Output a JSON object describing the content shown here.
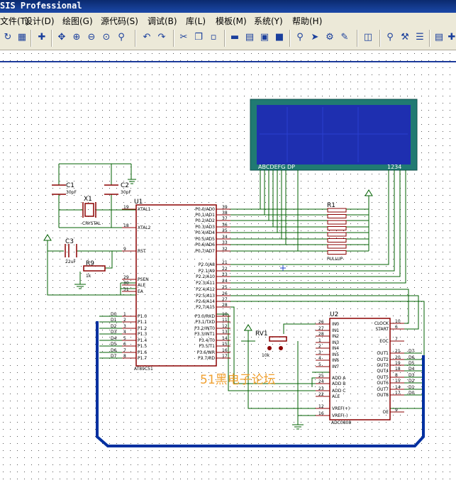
{
  "window": {
    "title": "SIS Professional"
  },
  "menu": [
    "文件(T)",
    "设计(D)",
    "绘图(G)",
    "源代码(S)",
    "调试(B)",
    "库(L)",
    "模板(M)",
    "系统(Y)",
    "帮助(H)"
  ],
  "toolbar_icons": [
    "refresh-icon",
    "grid-icon",
    "origin-icon",
    "pan-icon",
    "zoom-in-icon",
    "zoom-out-icon",
    "zoom-all-icon",
    "zoom-area-icon",
    "undo-icon",
    "redo-icon",
    "cut-icon",
    "copy-icon",
    "paste-icon",
    "block-copy-icon",
    "block-move-icon",
    "block-rotate-icon",
    "block-delete-icon",
    "pick-device-icon",
    "make-device-icon",
    "packaging-icon",
    "decompose-icon",
    "wire-autoroute-icon",
    "search-tag-icon",
    "property-assign-icon",
    "design-explorer-icon",
    "new-sheet-icon",
    "add-icon"
  ],
  "schematic": {
    "chip_u1": {
      "ref": "U1",
      "part": "AT89C51",
      "left_pins": [
        {
          "num": "19",
          "name": "XTAL1"
        },
        {
          "num": "18",
          "name": "XTAL2"
        },
        {
          "num": "9",
          "name": "RST"
        },
        {
          "num": "29",
          "name": "PSEN"
        },
        {
          "num": "30",
          "name": "ALE"
        },
        {
          "num": "31",
          "name": "EA"
        },
        {
          "num": "1",
          "name": "P1.0"
        },
        {
          "num": "2",
          "name": "P1.1"
        },
        {
          "num": "3",
          "name": "P1.2"
        },
        {
          "num": "4",
          "name": "P1.3"
        },
        {
          "num": "5",
          "name": "P1.4"
        },
        {
          "num": "6",
          "name": "P1.5"
        },
        {
          "num": "7",
          "name": "P1.6"
        },
        {
          "num": "8",
          "name": "P1.7"
        }
      ],
      "right_pins": [
        {
          "num": "39",
          "name": "P0.0/AD0"
        },
        {
          "num": "38",
          "name": "P0.1/AD1"
        },
        {
          "num": "37",
          "name": "P0.2/AD2"
        },
        {
          "num": "36",
          "name": "P0.3/AD3"
        },
        {
          "num": "35",
          "name": "P0.4/AD4"
        },
        {
          "num": "34",
          "name": "P0.5/AD5"
        },
        {
          "num": "33",
          "name": "P0.6/AD6"
        },
        {
          "num": "32",
          "name": "P0.7/AD7"
        },
        {
          "num": "21",
          "name": "P2.0/A8"
        },
        {
          "num": "22",
          "name": "P2.1/A9"
        },
        {
          "num": "23",
          "name": "P2.2/A10"
        },
        {
          "num": "24",
          "name": "P2.3/A11"
        },
        {
          "num": "25",
          "name": "P2.4/A12"
        },
        {
          "num": "26",
          "name": "P2.5/A13"
        },
        {
          "num": "27",
          "name": "P2.6/A14"
        },
        {
          "num": "28",
          "name": "P2.7/A15"
        },
        {
          "num": "10",
          "name": "P3.0/RXD"
        },
        {
          "num": "11",
          "name": "P3.1/TXD"
        },
        {
          "num": "12",
          "name": "P3.2/INT0"
        },
        {
          "num": "13",
          "name": "P3.3/INT1"
        },
        {
          "num": "14",
          "name": "P3.4/T0"
        },
        {
          "num": "15",
          "name": "P3.5/T1"
        },
        {
          "num": "16",
          "name": "P3.6/WR"
        },
        {
          "num": "17",
          "name": "P3.7/RD"
        }
      ],
      "bus_labels": [
        "D0",
        "D1",
        "D2",
        "D3",
        "D4",
        "D5",
        "D6",
        "D7"
      ]
    },
    "chip_u2": {
      "ref": "U2",
      "part": "ADC0808",
      "left_pins": [
        {
          "num": "26",
          "name": "IN0"
        },
        {
          "num": "27",
          "name": "IN1"
        },
        {
          "num": "28",
          "name": "IN2"
        },
        {
          "num": "1",
          "name": "IN3"
        },
        {
          "num": "2",
          "name": "IN4"
        },
        {
          "num": "3",
          "name": "IN5"
        },
        {
          "num": "4",
          "name": "IN6"
        },
        {
          "num": "5",
          "name": "IN7"
        },
        {
          "num": "25",
          "name": "ADD A"
        },
        {
          "num": "24",
          "name": "ADD B"
        },
        {
          "num": "23",
          "name": "ADD C"
        },
        {
          "num": "22",
          "name": "ALE"
        },
        {
          "num": "12",
          "name": "VREF(+)"
        },
        {
          "num": "16",
          "name": "VREF(-)"
        }
      ],
      "right_pins": [
        {
          "num": "10",
          "name": "CLOCK"
        },
        {
          "num": "6",
          "name": "START"
        },
        {
          "num": "7",
          "name": "EOC"
        },
        {
          "num": "21",
          "name": "OUT1"
        },
        {
          "num": "20",
          "name": "OUT2"
        },
        {
          "num": "19",
          "name": "OUT3"
        },
        {
          "num": "18",
          "name": "OUT4"
        },
        {
          "num": "8",
          "name": "OUT5"
        },
        {
          "num": "15",
          "name": "OUT6"
        },
        {
          "num": "14",
          "name": "OUT7"
        },
        {
          "num": "17",
          "name": "OUT8"
        },
        {
          "num": "9",
          "name": "OE"
        }
      ],
      "bus_labels": [
        "D7",
        "D6",
        "D5",
        "D4",
        "D3",
        "D2",
        "D1",
        "D0"
      ]
    },
    "display": {
      "seg_labels": "ABCDEFG DP",
      "digit_labels": "1234"
    },
    "c1": {
      "ref": "C1",
      "value": "30pF"
    },
    "c2": {
      "ref": "C2",
      "value": "30pF"
    },
    "x1": {
      "ref": "X1",
      "value": "CRYSTAL"
    },
    "c3": {
      "ref": "C3",
      "value": "22uF"
    },
    "r9": {
      "ref": "R9",
      "value": "1k"
    },
    "r1": {
      "ref": "R1",
      "value": "PULLUP"
    },
    "rv1": {
      "ref": "RV1",
      "value": "10k"
    },
    "watermark": "51黑电子论坛",
    "colors": {
      "wire": "#006000",
      "outline": "#8b0000",
      "bus": "#0030a0",
      "display_bg": "#1e2fb0",
      "display_frame": "#207a72",
      "dot": "#555555"
    }
  }
}
